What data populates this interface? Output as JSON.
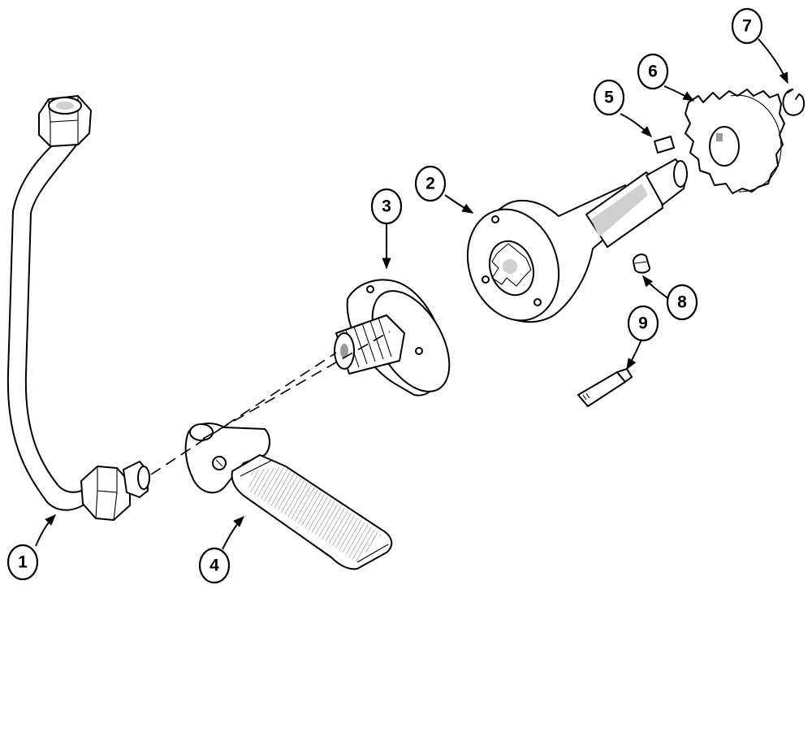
{
  "callouts": [
    {
      "id": "c1",
      "label": "1"
    },
    {
      "id": "c2",
      "label": "2"
    },
    {
      "id": "c3",
      "label": "3"
    },
    {
      "id": "c4",
      "label": "4"
    },
    {
      "id": "c5",
      "label": "5"
    },
    {
      "id": "c6",
      "label": "6"
    },
    {
      "id": "c7",
      "label": "7"
    },
    {
      "id": "c8",
      "label": "8"
    },
    {
      "id": "c9",
      "label": "9"
    }
  ],
  "colors": {
    "ink": "#000000",
    "paper": "#ffffff",
    "shade": "#cfcfcf"
  }
}
